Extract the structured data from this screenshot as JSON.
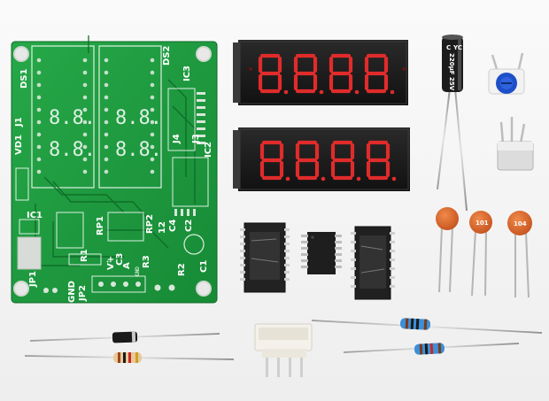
{
  "pcb": {
    "labels": {
      "ds1": "DS1",
      "ds2": "DS2",
      "j1": "J1",
      "vd1": "VD1",
      "ic1": "IC1",
      "ic2": "IC2",
      "ic3": "IC3",
      "j3": "J3",
      "j4": "J4",
      "rp1": "RP1",
      "rp2": "RP2",
      "c1": "C1",
      "c2": "C2",
      "c3": "C3",
      "c4": "C4",
      "r1": "R1",
      "r2": "R2",
      "r3": "R3",
      "jp1": "JP1",
      "jp2": "JP2",
      "gnd": "GND",
      "vplus": "V+",
      "a": "A",
      "gnd_small": "GND",
      "plus": "+",
      "minus": "-",
      "n12": "12"
    }
  },
  "capacitor_markings": {
    "electrolytic_top": "C",
    "electrolytic_mid": "YC",
    "electrolytic_value": "220µF 25V",
    "ceramic_2": "101",
    "ceramic_3": "104"
  },
  "colors": {
    "pcb": "#1f9a3e",
    "pcb_dark": "#157a30",
    "display_body": "#1c1c1c",
    "segment": "#e02b2b",
    "ceramic": "#d9642a",
    "trimmer": "#1d4fc9"
  }
}
